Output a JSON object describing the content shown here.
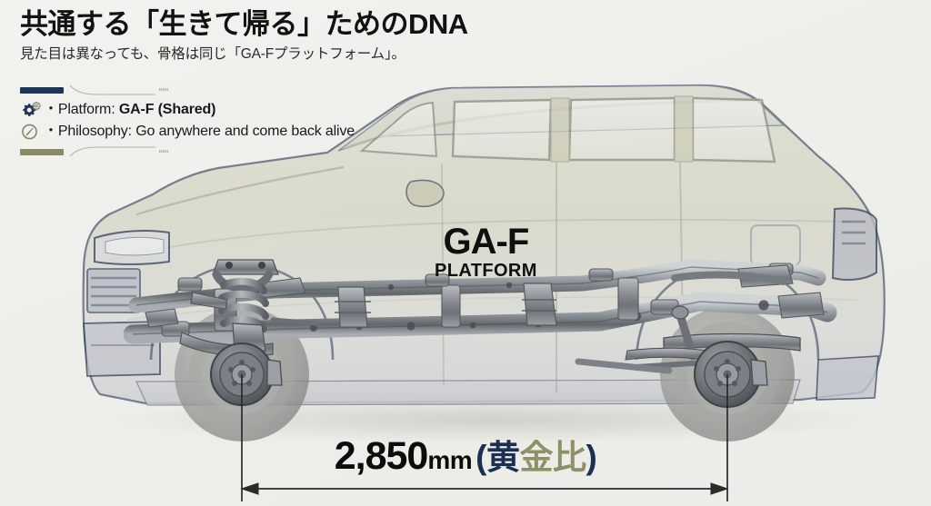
{
  "page": {
    "background_color": "#f0f0ec",
    "title": "共通する「生きて帰る」ためのDNA",
    "subtitle": "見た目は異なっても、骨格は同じ「GA-Fプラットフォーム」。"
  },
  "legend": {
    "top_rule": {
      "bar_color": "#1d3557",
      "tail_label": "DNA"
    },
    "bottom_rule": {
      "bar_color": "#8a8a66",
      "tail_label": "DNA"
    },
    "items": [
      {
        "icon": "gear-icon",
        "icon_color": "#1d3557",
        "bullet": "・",
        "label": "Platform:",
        "value": "GA-F (Shared)"
      },
      {
        "icon": "compass-icon",
        "icon_color": "#8a8a66",
        "bullet": "・",
        "label": "Philosophy:",
        "value": "Go anywhere and come back alive"
      }
    ]
  },
  "illustration": {
    "alt": "Cutaway SUV showing ghosted translucent body over GA-F ladder frame chassis",
    "body_color": "#c9c9b4",
    "outline_color": "#2c3a58",
    "chassis_color": "#8e9196",
    "wheel_color": "#9a9a99"
  },
  "platform_mark": {
    "main": "GA-F",
    "sub": "PLATFORM"
  },
  "dimension": {
    "value": "2,850",
    "unit": "mm",
    "note_open": "(",
    "note_part1": "黄",
    "note_part2": "金比",
    "note_close": ")",
    "note_dark_color": "#1c2f52",
    "note_olive_color": "#8f8f68"
  }
}
